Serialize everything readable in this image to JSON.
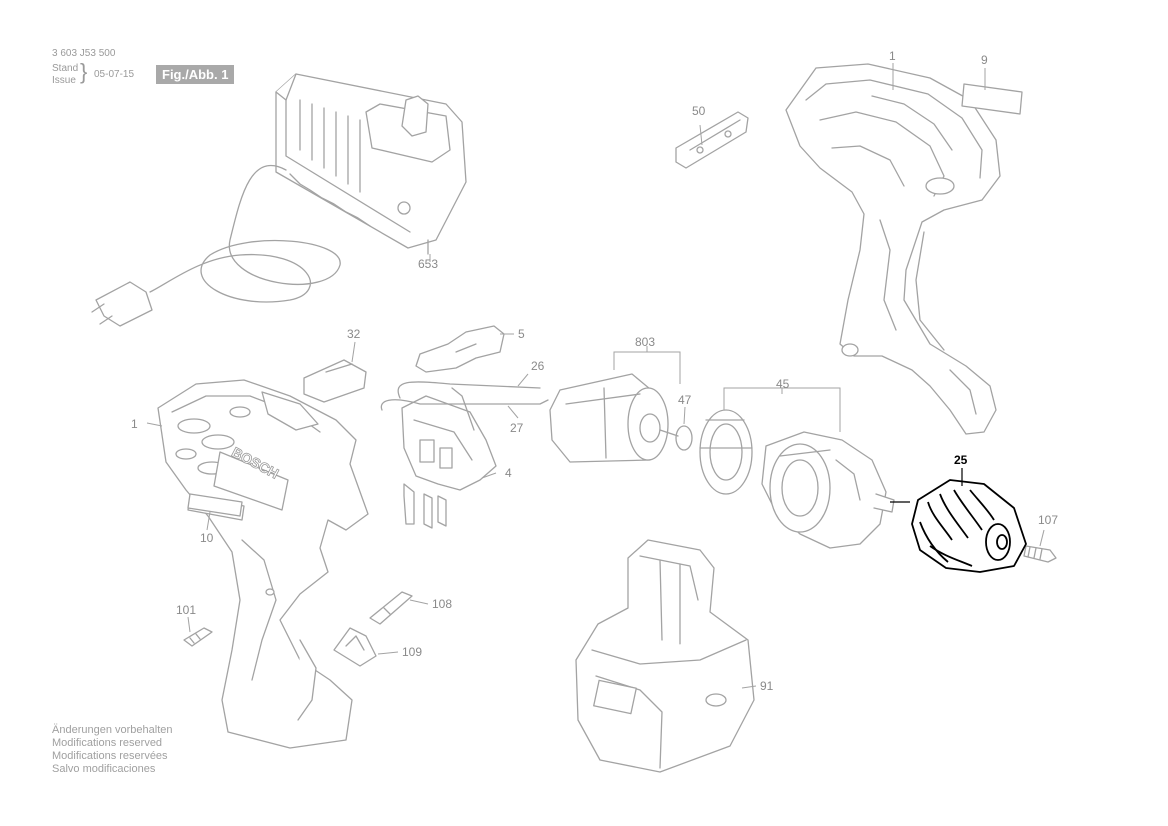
{
  "header": {
    "doc_number": "3 603 J53 500",
    "stand_label": "Stand",
    "issue_label": "Issue",
    "date": "05-07-15",
    "figure_label": "Fig./Abb. 1"
  },
  "parts": [
    {
      "id": "p1a",
      "label": "1",
      "highlighted": false
    },
    {
      "id": "p9",
      "label": "9",
      "highlighted": false
    },
    {
      "id": "p50",
      "label": "50",
      "highlighted": false
    },
    {
      "id": "p653",
      "label": "653",
      "highlighted": false
    },
    {
      "id": "p32",
      "label": "32",
      "highlighted": false
    },
    {
      "id": "p5",
      "label": "5",
      "highlighted": false
    },
    {
      "id": "p26",
      "label": "26",
      "highlighted": false
    },
    {
      "id": "p803",
      "label": "803",
      "highlighted": false
    },
    {
      "id": "p47",
      "label": "47",
      "highlighted": false
    },
    {
      "id": "p45",
      "label": "45",
      "highlighted": false
    },
    {
      "id": "p27",
      "label": "27",
      "highlighted": false
    },
    {
      "id": "p1b",
      "label": "1",
      "highlighted": false
    },
    {
      "id": "p4",
      "label": "4",
      "highlighted": false
    },
    {
      "id": "p25",
      "label": "25",
      "highlighted": true
    },
    {
      "id": "p107",
      "label": "107",
      "highlighted": false
    },
    {
      "id": "p10",
      "label": "10",
      "highlighted": false
    },
    {
      "id": "p101",
      "label": "101",
      "highlighted": false
    },
    {
      "id": "p108",
      "label": "108",
      "highlighted": false
    },
    {
      "id": "p109",
      "label": "109",
      "highlighted": false
    },
    {
      "id": "p91",
      "label": "91",
      "highlighted": false
    }
  ],
  "brand_text": "BOSCH",
  "notes": [
    "Änderungen vorbehalten",
    "Modifications reserved",
    "Modifications reservées",
    "Salvo modificaciones"
  ],
  "colors": {
    "faded_line": "#9b9b9b",
    "faded_text": "#8a8a8a",
    "highlight": "#000000",
    "fill": "#ffffff"
  }
}
